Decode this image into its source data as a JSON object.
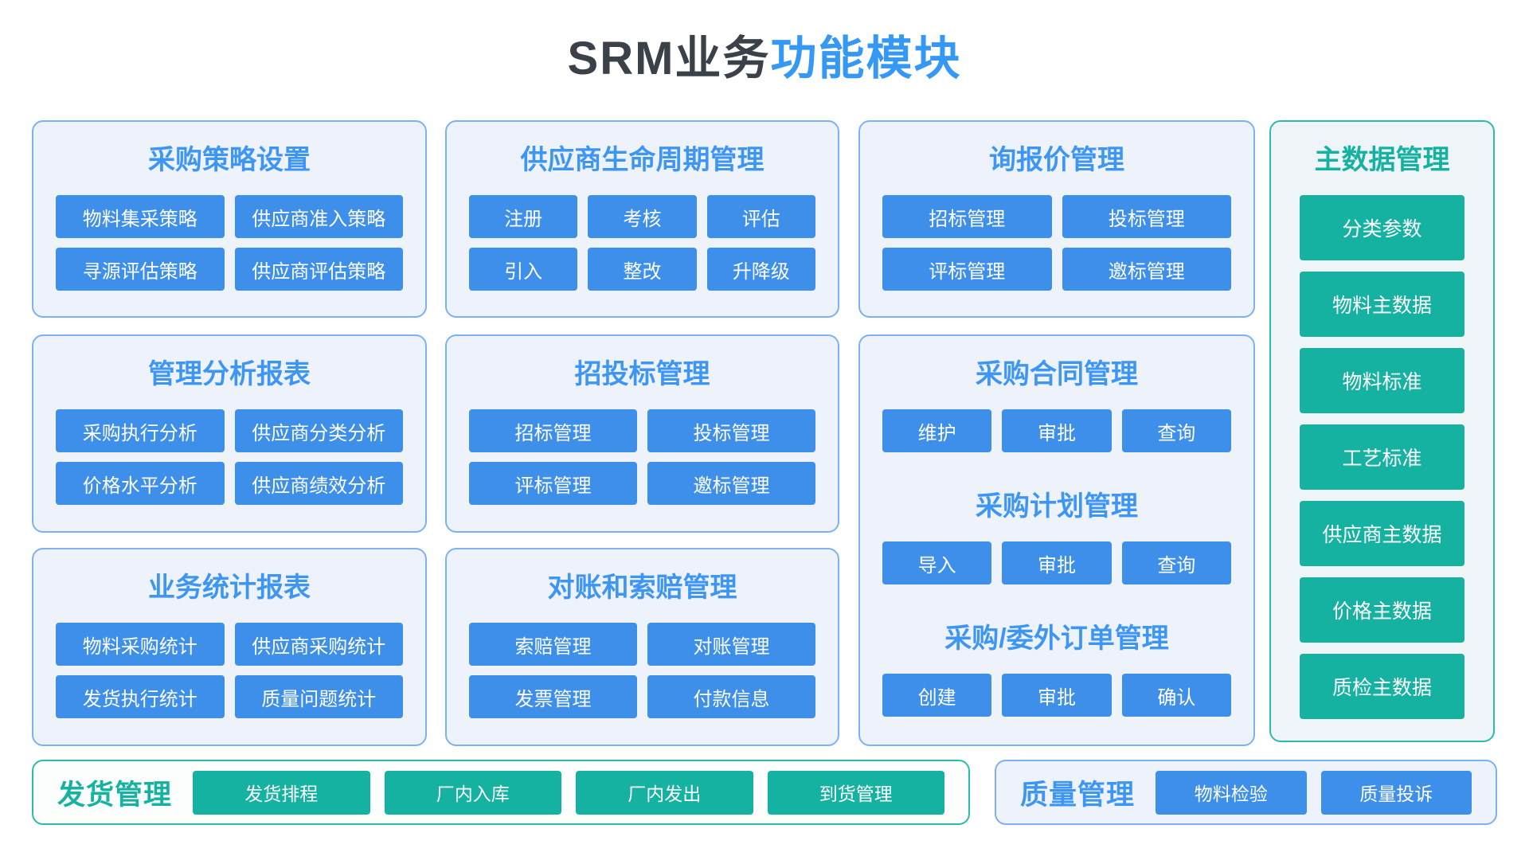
{
  "page_title": {
    "dark": "SRM业务",
    "accent": "功能模块"
  },
  "colors": {
    "title_dark": "#3b4149",
    "title_accent": "#3598f5",
    "card_bg": "#edf2fb",
    "card_border_blue": "#7db2f0",
    "card_border_teal": "#2cbcab",
    "button_blue": "#3e8fea",
    "button_teal": "#15b2a2",
    "card_title_blue": "#3e96f4",
    "card_title_teal": "#15b2a2",
    "button_text": "#ffffff"
  },
  "cards": {
    "procurement_strategy": {
      "title": "采购策略设置",
      "buttons": [
        "物料集采策略",
        "供应商准入策略",
        "寻源评估策略",
        "供应商评估策略"
      ]
    },
    "supplier_lifecycle": {
      "title": "供应商生命周期管理",
      "buttons": [
        "注册",
        "考核",
        "评估",
        "引入",
        "整改",
        "升降级"
      ]
    },
    "rfq_management": {
      "title": "询报价管理",
      "buttons": [
        "招标管理",
        "投标管理",
        "评标管理",
        "邀标管理"
      ]
    },
    "analysis_reports": {
      "title": "管理分析报表",
      "buttons": [
        "采购执行分析",
        "供应商分类分析",
        "价格水平分析",
        "供应商绩效分析"
      ]
    },
    "bidding_management": {
      "title": "招投标管理",
      "buttons": [
        "招标管理",
        "投标管理",
        "评标管理",
        "邀标管理"
      ]
    },
    "purchase_management": {
      "sections": [
        {
          "title": "采购合同管理",
          "buttons": [
            "维护",
            "审批",
            "查询"
          ]
        },
        {
          "title": "采购计划管理",
          "buttons": [
            "导入",
            "审批",
            "查询"
          ]
        },
        {
          "title": "采购/委外订单管理",
          "buttons": [
            "创建",
            "审批",
            "确认"
          ]
        }
      ]
    },
    "business_stats": {
      "title": "业务统计报表",
      "buttons": [
        "物料采购统计",
        "供应商采购统计",
        "发货执行统计",
        "质量问题统计"
      ]
    },
    "reconciliation_claims": {
      "title": "对账和索赔管理",
      "buttons": [
        "索赔管理",
        "对账管理",
        "发票管理",
        "付款信息"
      ]
    },
    "master_data": {
      "title": "主数据管理",
      "buttons": [
        "分类参数",
        "物料主数据",
        "物料标准",
        "工艺标准",
        "供应商主数据",
        "价格主数据",
        "质检主数据"
      ]
    },
    "shipping_management": {
      "title": "发货管理",
      "buttons": [
        "发货排程",
        "厂内入库",
        "厂内发出",
        "到货管理"
      ]
    },
    "quality_management": {
      "title": "质量管理",
      "buttons": [
        "物料检验",
        "质量投诉"
      ]
    }
  }
}
